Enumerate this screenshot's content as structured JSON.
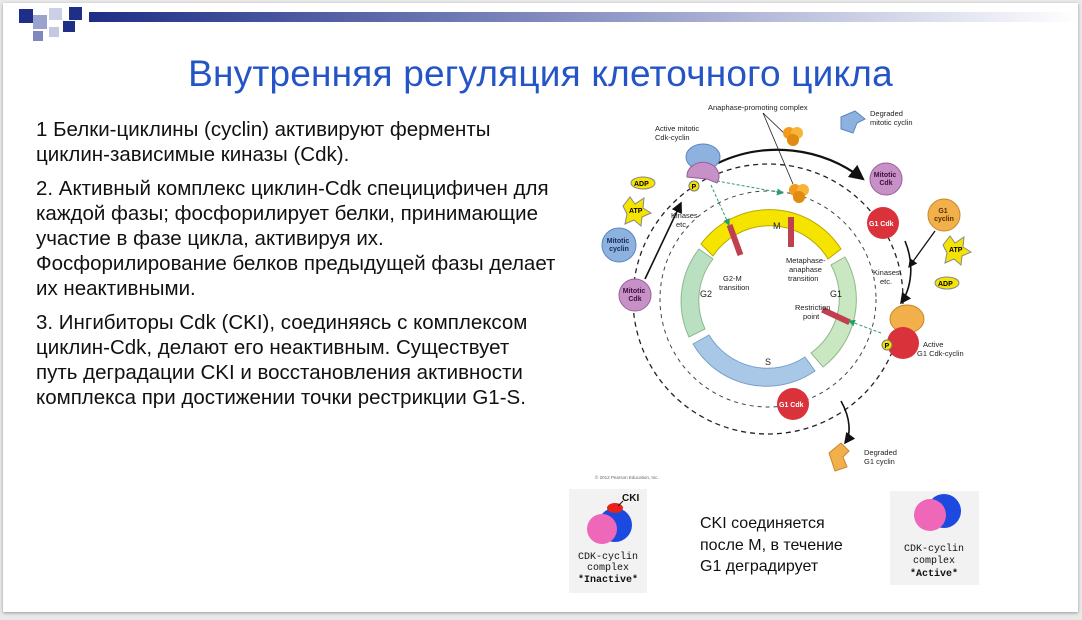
{
  "slide": {
    "title": "Внутренняя регуляция клеточного цикла",
    "paragraphs": [
      "1 Белки-циклины (cyclin) активируют ферменты циклин-зависимые киназы (Cdk).",
      "2. Активный комплекс циклин-Cdk специцифичен для каждой фазы; фосфорилирует белки, принимающие участие в фазе цикла, активируя их. Фосфорилирование белков предыдущей фазы делает их неактивными.",
      "3. Ингибиторы Cdk (CKI), соединяясь с комплексом циклин-Cdk, делают его неактивным. Существует путь деградации CKI и восстановления активности комплекса при достижении точки рестрикции G1-S."
    ],
    "caption_lines": [
      "CKI соединяется",
      "после М, в течение",
      "G1 деградирует"
    ]
  },
  "figure": {
    "apc": "Anaphase-promoting complex",
    "degraded_mitotic_1": "Degraded",
    "degraded_mitotic_2": "mitotic cyclin",
    "active_mitotic_1": "Active mitotic",
    "active_mitotic_2": "Cdk-cyclin",
    "adp": "ADP",
    "atp": "ATP",
    "p": "P",
    "kinases_1": "Kinases",
    "kinases_2": "etc.",
    "mitotic_cyclin_1": "Mitotic",
    "mitotic_cyclin_2": "cyclin",
    "mitotic_cdk_1": "Mitotic",
    "mitotic_cdk_2": "Cdk",
    "g1_cdk": "G1 Cdk",
    "g1_cyclin_1": "G1",
    "g1_cyclin_2": "cyclin",
    "phase_m": "M",
    "phase_g2": "G2",
    "phase_g1": "G1",
    "phase_s": "S",
    "g2m_1": "G2-M",
    "g2m_2": "transition",
    "meta_1": "Metaphase-",
    "meta_2": "anaphase",
    "meta_3": "transition",
    "restr_1": "Restriction",
    "restr_2": "point",
    "active_g1_1": "Active",
    "active_g1_2": "G1 Cdk-cyclin",
    "degraded_g1_1": "Degraded",
    "degraded_g1_2": "G1 cyclin",
    "copyright": "© 2012 Pearson Education, Inc."
  },
  "complexes": {
    "inactive": {
      "cki": "CKI",
      "line1": "CDK-cyclin",
      "line2": "complex",
      "state": "*Inactive*"
    },
    "active": {
      "line1": "CDK-cyclin",
      "line2": "complex",
      "state": "*Active*"
    }
  },
  "colors": {
    "title": "#2454c5",
    "cdk_red": "#d9323a",
    "mitotic_cdk_purple": "#c790c6",
    "mitotic_cyclin_blue": "#8eb2e0",
    "g1_cyclin_orange": "#f1b04a",
    "m_phase_yellow": "#f4e400",
    "g1_phase_green": "#c9e8c2",
    "s_phase_blue": "#a9c8e8",
    "cdk_pink": "#ef67b9",
    "cdk_blue": "#1c49e0"
  }
}
